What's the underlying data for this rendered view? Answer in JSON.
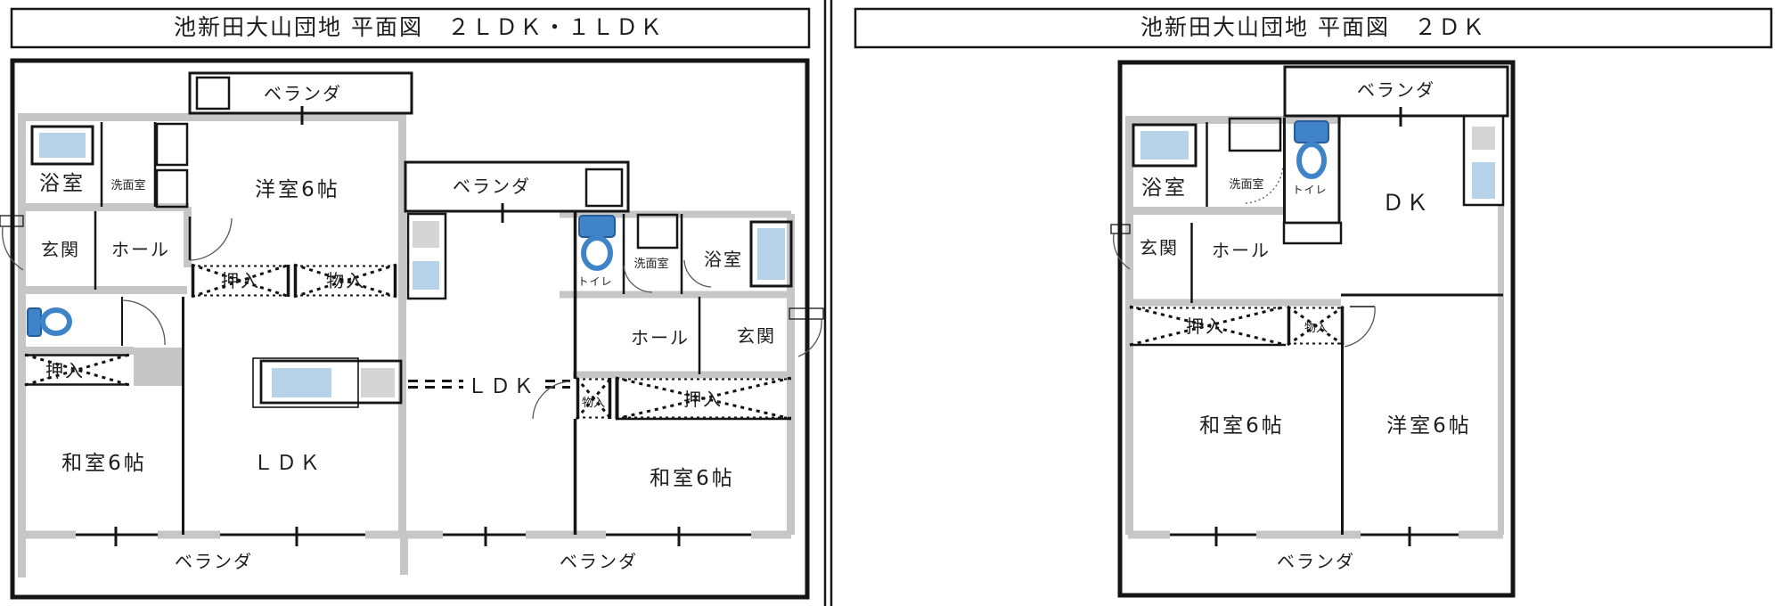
{
  "colors": {
    "outdoor_green": "#cddfb3",
    "wall_gray": "#c6c6c6",
    "water_blue": "#b7d3ea",
    "toilet_blue": "#3f83c9",
    "appliance_gray": "#d5d5d5",
    "line_black": "#151515"
  },
  "left_panel": {
    "title": "池新田大山団地 平面図　２ＬＤＫ・１ＬＤＫ",
    "unit_a": {
      "balcony_top": "ベランダ",
      "bath": "浴室",
      "washroom": "洗面室",
      "western_room": "洋室6帖",
      "entrance": "玄関",
      "hall": "ホール",
      "closet_upper": "押入",
      "storage_upper": "物入",
      "closet": "押入",
      "japanese_room": "和室6帖",
      "ldk": "ＬＤＫ",
      "balcony_bottom": "ベランダ"
    },
    "unit_b": {
      "balcony_top": "ベランダ",
      "toilet": "トイレ",
      "washroom": "洗面室",
      "bath": "浴室",
      "hall": "ホール",
      "entrance": "玄関",
      "ldk": "ＬＤＫ",
      "storage": "物入",
      "closet": "押入",
      "japanese_room": "和室6帖",
      "balcony_bottom": "ベランダ"
    }
  },
  "right_panel": {
    "title": "池新田大山団地 平面図　２ＤＫ",
    "rooms": {
      "balcony_top": "ベランダ",
      "bath": "浴室",
      "washroom": "洗面室",
      "toilet": "トイレ",
      "dk": "ＤＫ",
      "entrance": "玄関",
      "hall": "ホール",
      "closet": "押入",
      "storage": "物入",
      "japanese_room": "和室6帖",
      "western_room": "洋室6帖",
      "balcony_bottom": "ベランダ"
    }
  }
}
